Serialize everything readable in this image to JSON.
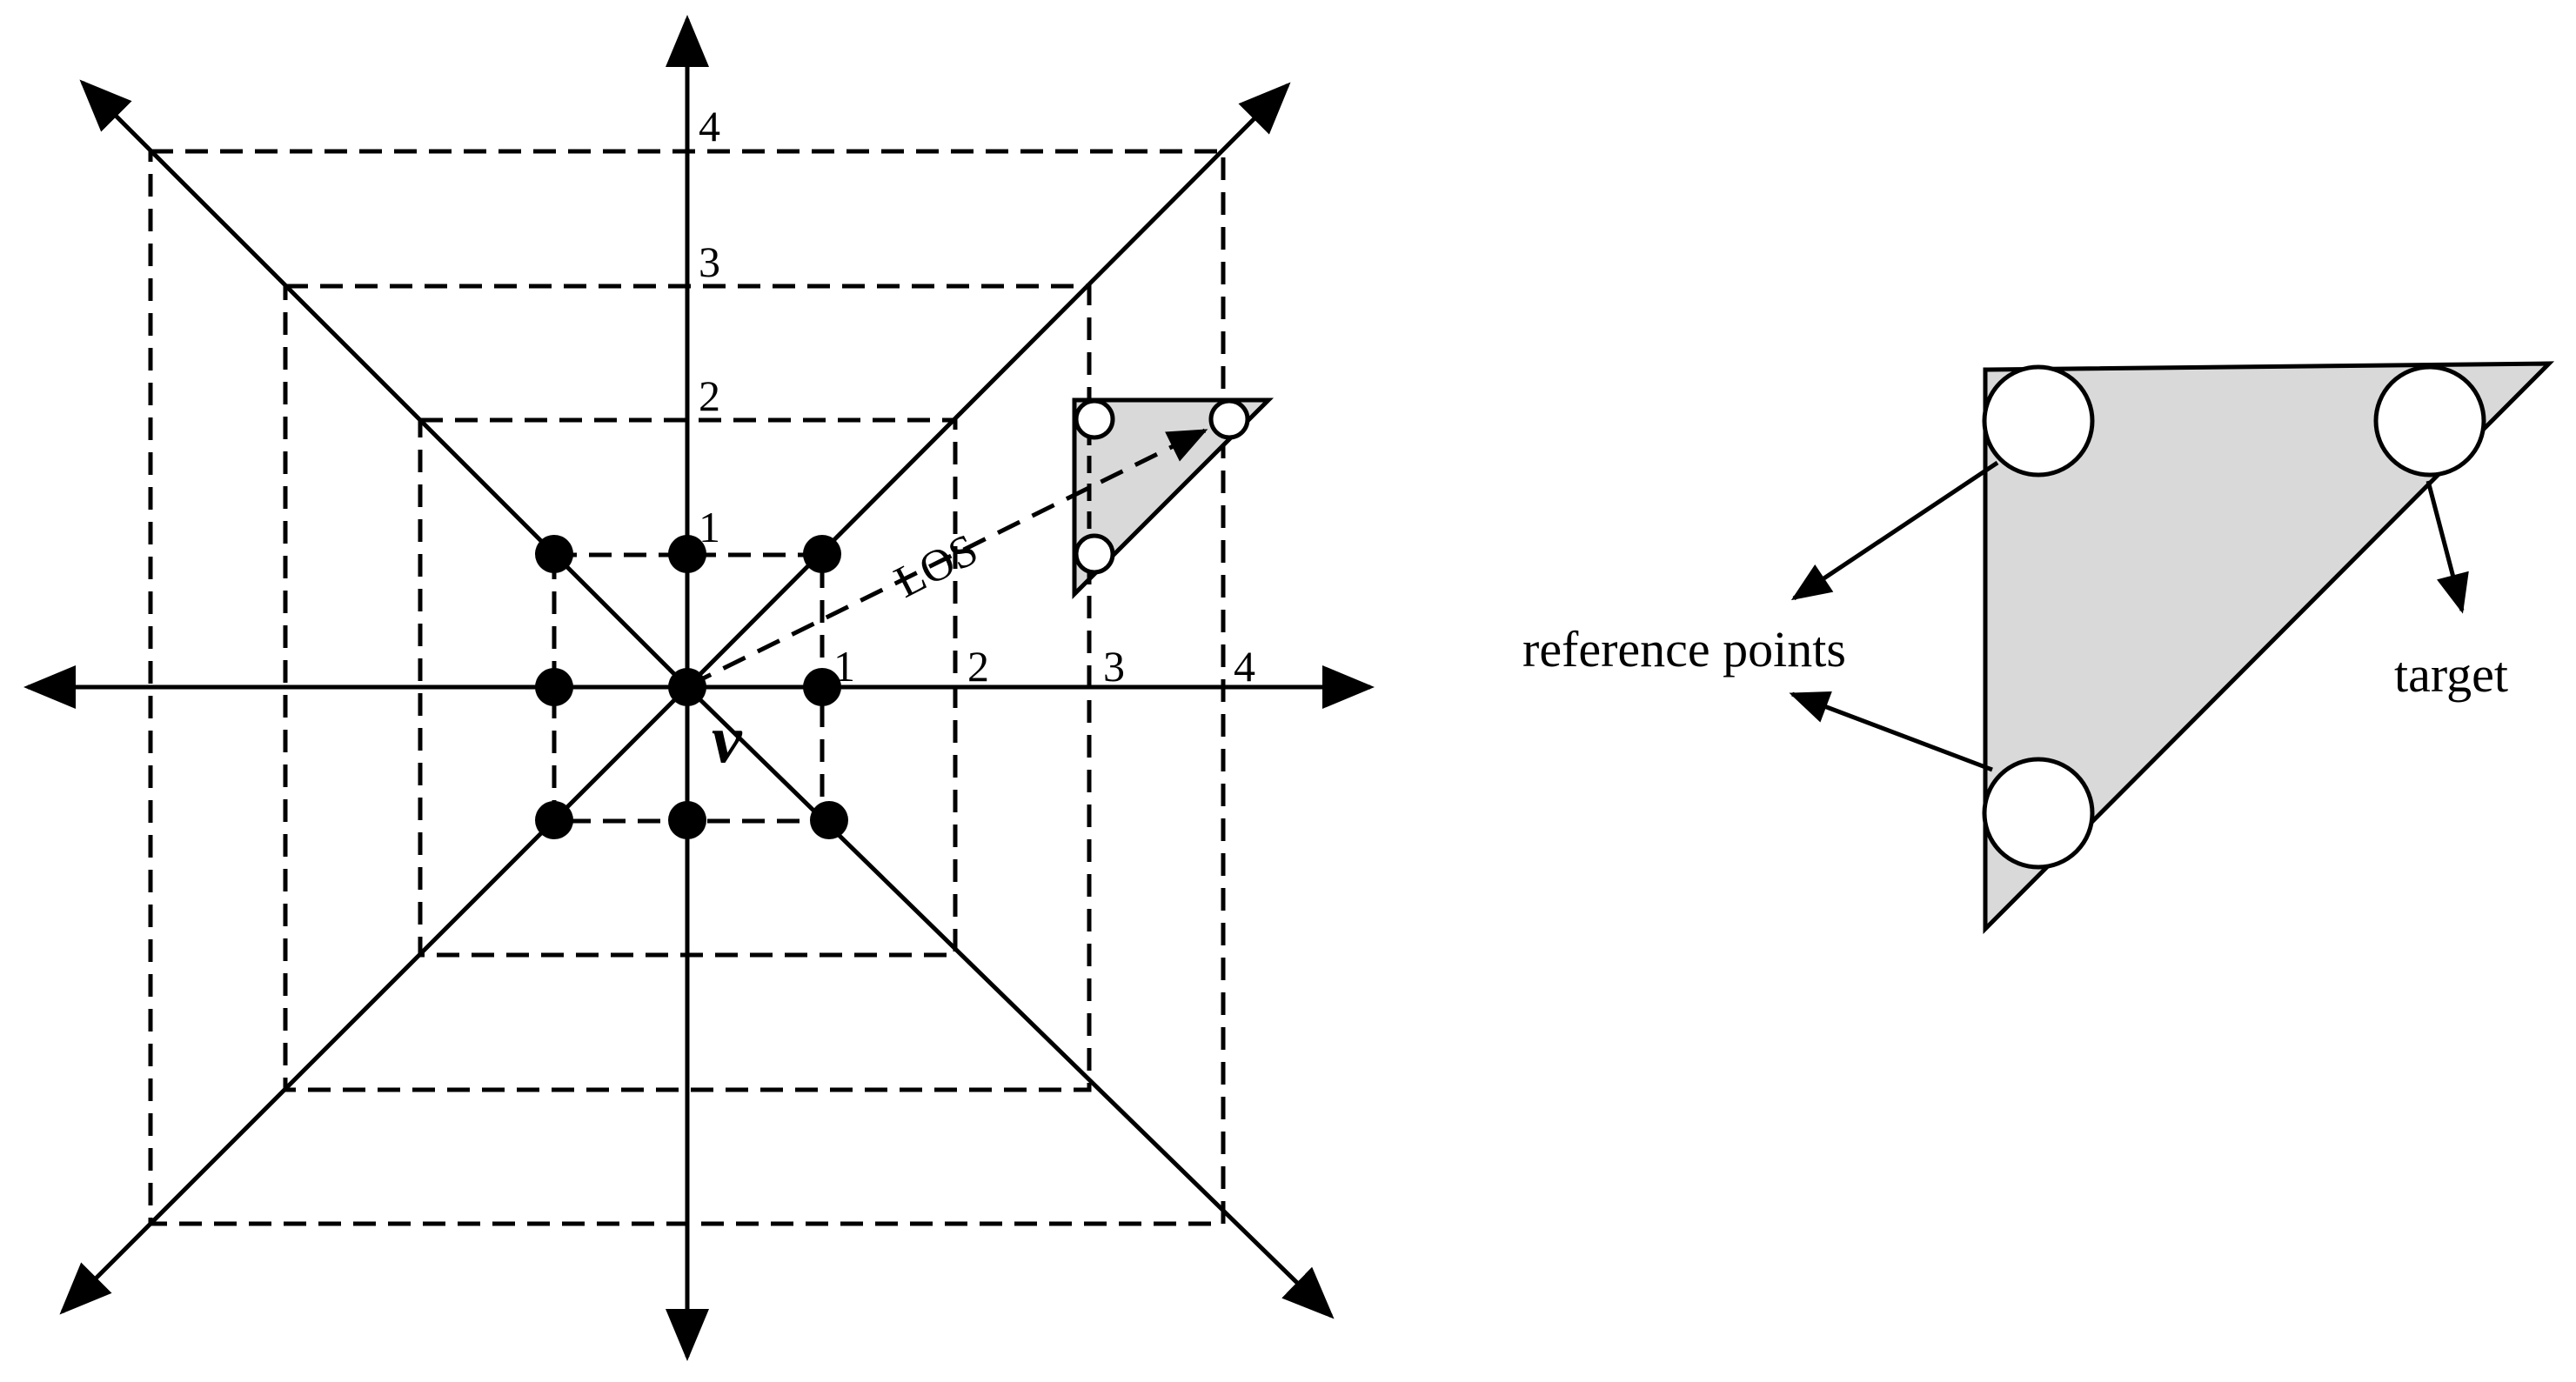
{
  "axes": {
    "y_ticks": [
      "4",
      "3",
      "2",
      "1"
    ],
    "x_ticks": [
      "1",
      "2",
      "3",
      "4"
    ]
  },
  "labels": {
    "vehicle": "v",
    "los": "LOS",
    "reference_points": "reference points",
    "target": "target"
  },
  "colors": {
    "stroke": "#000000",
    "target_fill": "#d9d9d9",
    "grid_point": "#000000",
    "reference_point": "#ffffff"
  }
}
